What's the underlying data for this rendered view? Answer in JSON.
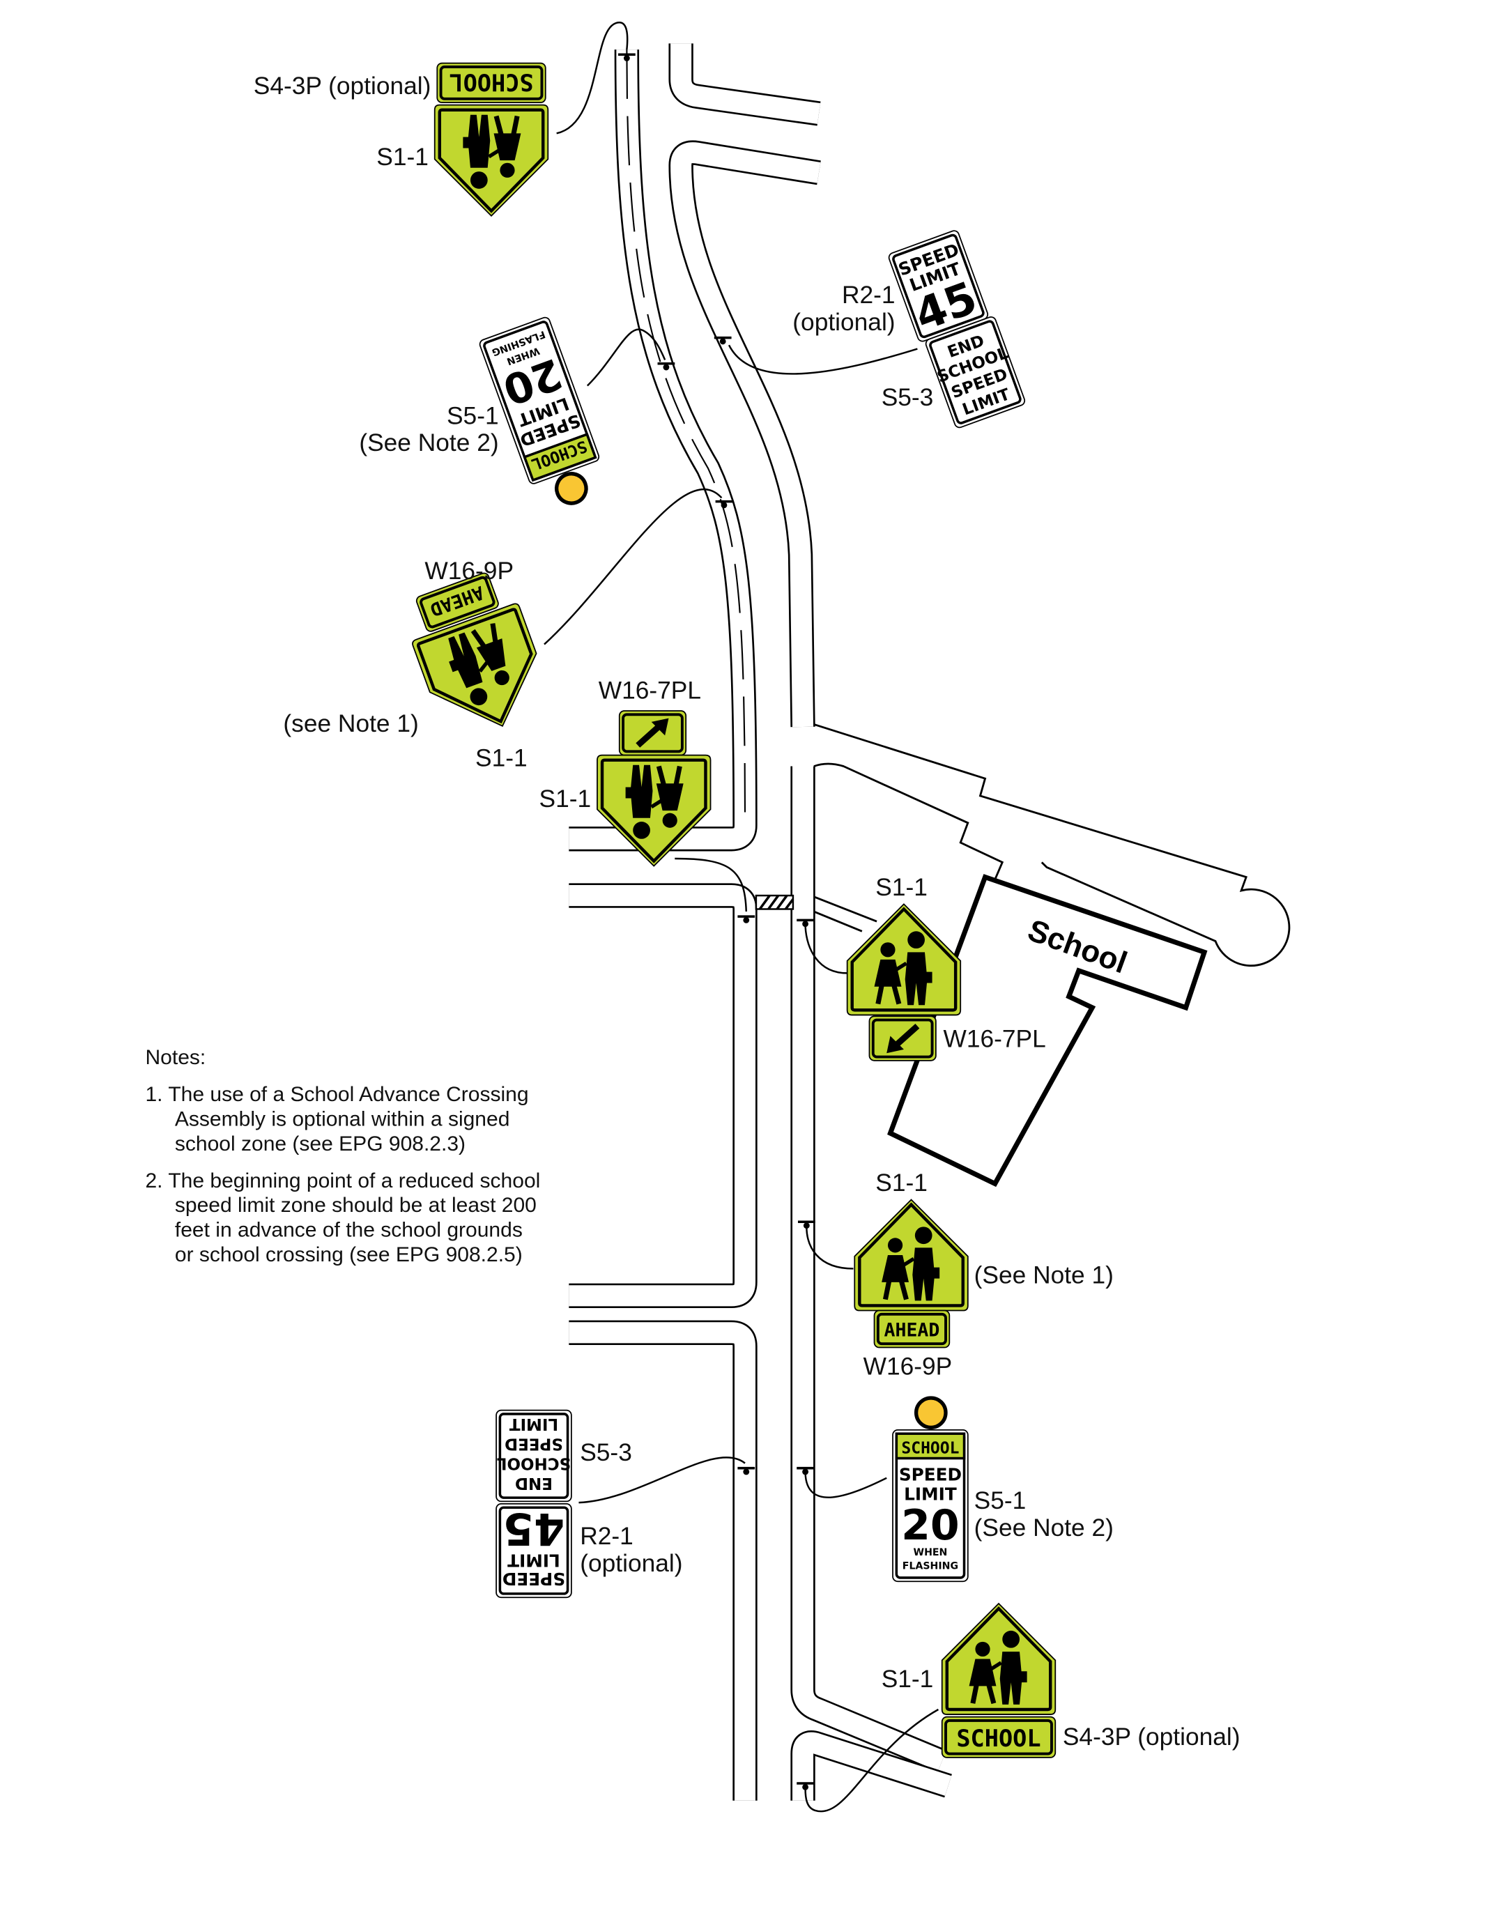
{
  "colors": {
    "sign_yellow_green": "#c1d72f",
    "beacon": "#f9c633",
    "line": "#000000",
    "background": "#ffffff"
  },
  "labels": {
    "top_s4_3p": "S4-3P (optional)",
    "top_s1_1": "S1-1",
    "top_r2_1": "R2-1",
    "top_r2_1_opt": "(optional)",
    "top_s5_3": "S5-3",
    "top_s5_1": "S5-1",
    "top_s5_1_note": "(See Note 2)",
    "w16_9p_top": "W16-9P",
    "see_note1_left": "(see Note 1)",
    "s1_1_left": "S1-1",
    "w16_7pl_top": "W16-7PL",
    "s1_1_mid": "S1-1",
    "s1_1_cross": "S1-1",
    "w16_7pl_cross": "W16-7PL",
    "s1_1_adv": "S1-1",
    "see_note1_right": "(See Note 1)",
    "w16_9p_bottom": "W16-9P",
    "bottom_s5_3": "S5-3",
    "bottom_r2_1": "R2-1",
    "bottom_r2_1_opt": "(optional)",
    "bottom_s5_1": "S5-1",
    "bottom_s5_1_note": "(See Note 2)",
    "bottom_s1_1": "S1-1",
    "bottom_s4_3p": "S4-3P (optional)"
  },
  "building_label": "School",
  "signs": {
    "school_plate": "SCHOOL",
    "ahead_plate": "AHEAD",
    "speed": "SPEED",
    "limit": "LIMIT",
    "school_speed_limit": "20",
    "when": "WHEN",
    "flashing": "FLASHING",
    "speed_limit": "45",
    "end": "END",
    "school": "SCHOOL"
  },
  "icons": {
    "pedestrian": "school-children-icon",
    "arrow_ne": "arrow-up-right-icon",
    "arrow_sw": "arrow-down-left-icon",
    "beacon": "flashing-beacon-icon"
  },
  "notes": {
    "title": "Notes:",
    "items": [
      {
        "lines": [
          "1. The use of a School Advance Crossing",
          "Assembly is optional within a signed",
          "school zone (see EPG 908.2.3)"
        ]
      },
      {
        "lines": [
          "2. The beginning point of a reduced school",
          "speed limit zone should be at least 200",
          "feet in advance of the school grounds",
          "or school crossing (see EPG 908.2.5)"
        ]
      }
    ]
  }
}
